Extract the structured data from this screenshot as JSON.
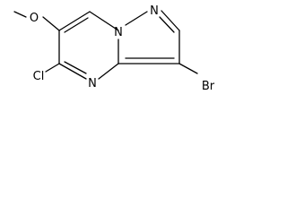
{
  "structure": {
    "atoms": {
      "methoxy_o": "O",
      "chloro": "Cl",
      "ring_n_top": "N",
      "ring_n_bridge": "N",
      "ring_n_bottom": "N",
      "bromo": "Br"
    },
    "colors": {
      "bonds": "#000000",
      "labels": "#000000",
      "background": "#ffffff"
    }
  }
}
